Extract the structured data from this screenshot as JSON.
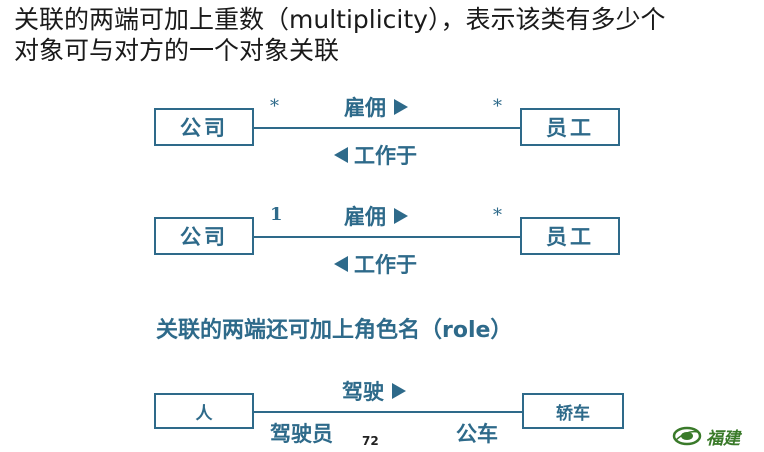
{
  "heading": {
    "line1": "关联的两端可加上重数（multiplicity），表示该类有多少个",
    "line2": "对象可与对方的一个对象关联"
  },
  "diagram1": {
    "left_class": "公司",
    "right_class": "员工",
    "left_multiplicity": "*",
    "right_multiplicity": "*",
    "forward_label": "雇佣",
    "backward_label": "工作于"
  },
  "diagram2": {
    "left_class": "公司",
    "right_class": "员工",
    "left_multiplicity": "1",
    "right_multiplicity": "*",
    "forward_label": "雇佣",
    "backward_label": "工作于"
  },
  "subheading": "关联的两端还可加上角色名（role）",
  "diagram3": {
    "left_class": "人",
    "right_class": "轿车",
    "forward_label": "驾驶",
    "left_role": "驾驶员",
    "right_role": "公车"
  },
  "footer": {
    "page_number": "72",
    "logo_text": "福建"
  },
  "colors": {
    "diagram": "#2e6a8a",
    "text": "#1a1a1a",
    "logo": "#3a7a2a"
  }
}
